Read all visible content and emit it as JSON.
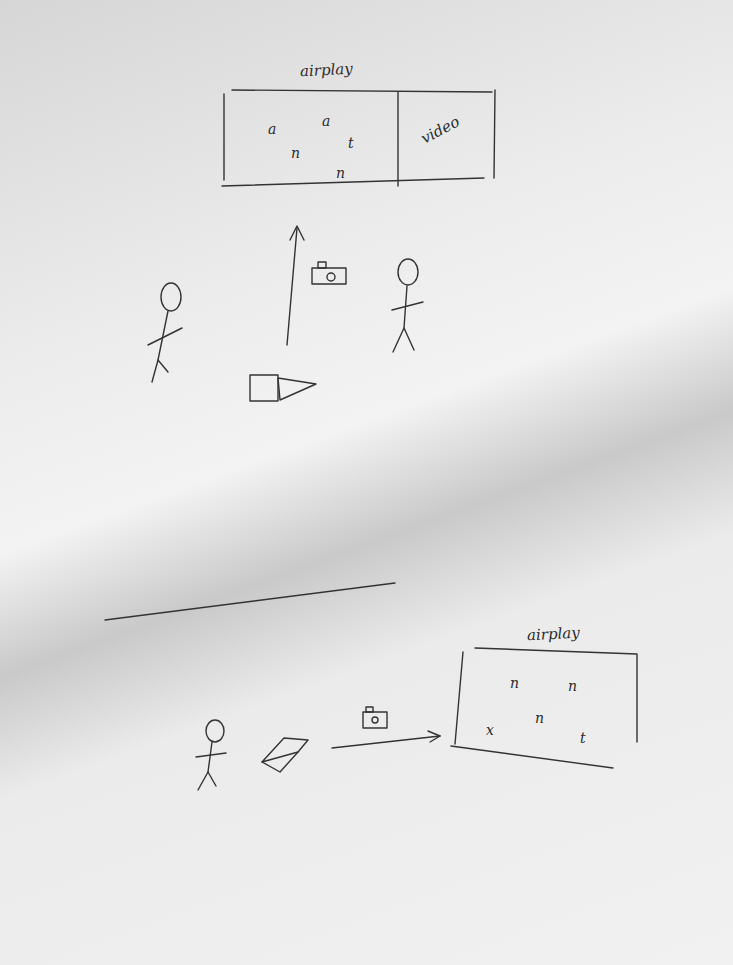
{
  "diagram": {
    "nodes": [
      {
        "text": [
          "airplay"
        ]
      },
      {
        "text": [
          "video"
        ],
        "in": 0
      },
      {
        "text": [
          "airplay"
        ]
      }
    ],
    "labels": [
      "a",
      "a",
      "n",
      "t",
      "n",
      "n",
      "n",
      "n",
      "t",
      "x"
    ]
  }
}
